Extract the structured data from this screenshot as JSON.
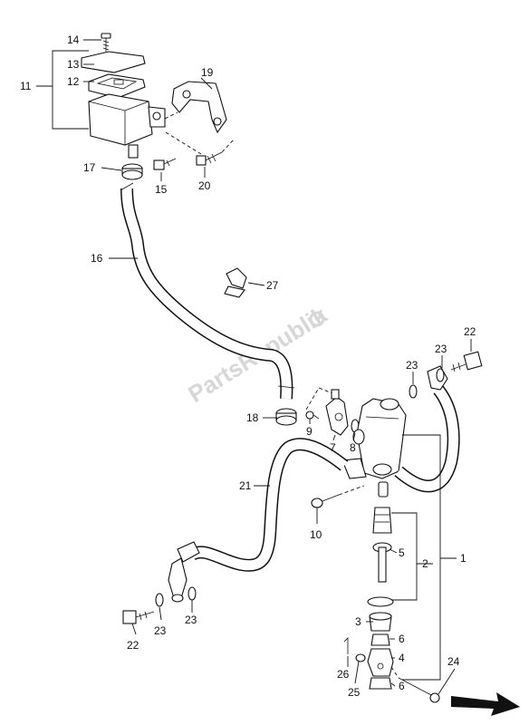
{
  "callouts": {
    "c1": "1",
    "c2": "2",
    "c3": "3",
    "c4": "4",
    "c5": "5",
    "c6a": "6",
    "c6b": "6",
    "c7": "7",
    "c8": "8",
    "c9": "9",
    "c10": "10",
    "c11": "11",
    "c12": "12",
    "c13": "13",
    "c14": "14",
    "c15": "15",
    "c16": "16",
    "c17": "17",
    "c18": "18",
    "c19": "19",
    "c20": "20",
    "c21": "21",
    "c22a": "22",
    "c22b": "22",
    "c23a": "23",
    "c23b": "23",
    "c23c": "23",
    "c23d": "23",
    "c24": "24",
    "c25": "25",
    "c26": "26",
    "c27": "27"
  },
  "watermark": "PartsRepublik",
  "colors": {
    "line": "#111111",
    "watermark": "#d7d7d7",
    "background": "#ffffff"
  }
}
